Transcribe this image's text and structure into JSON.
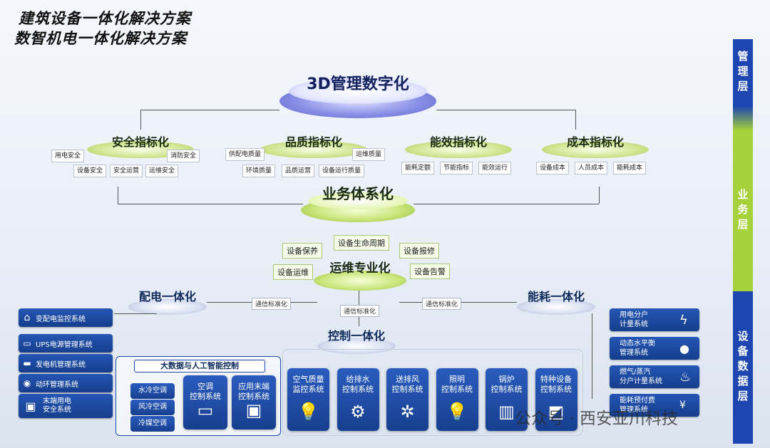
{
  "titles": [
    "建筑设备一体化解决方案",
    "数智机电一体化解决方案"
  ],
  "layers": {
    "management": "管理层",
    "business": "业务层",
    "device": "设备数据层"
  },
  "top": {
    "label": "3D管理数字化"
  },
  "indicators": {
    "safety": {
      "label": "安全指标化",
      "tags": [
        "用电安全",
        "消防安全",
        "设备安全",
        "安全运营",
        "运维安全"
      ]
    },
    "quality": {
      "label": "品质指标化",
      "tags": [
        "供配电质量",
        "运维质量",
        "环境质量",
        "品质运营",
        "设备运行质量"
      ]
    },
    "efficiency": {
      "label": "能效指标化",
      "tags": [
        "能耗定额",
        "节能指标",
        "能效运行"
      ]
    },
    "cost": {
      "label": "成本指标化",
      "tags": [
        "设备成本",
        "人员成本",
        "能耗成本"
      ]
    }
  },
  "business": {
    "label": "业务体系化"
  },
  "ops": {
    "label": "运维专业化",
    "tags": [
      "设备生命周期",
      "设备保养",
      "设备报修",
      "设备运维",
      "设备告警"
    ]
  },
  "power": {
    "label": "配电一体化"
  },
  "energy": {
    "label": "能耗一体化"
  },
  "control": {
    "label": "控制一体化"
  },
  "comm": [
    "通信标准化",
    "通信标准化",
    "通信标准化"
  ],
  "left_systems": [
    "变配电监控系统",
    "UPS电源管理系统",
    "发电机管理系统",
    "动环管理系统",
    "末端用电\n安全系统"
  ],
  "right_systems": [
    "用电分户\n计量系统",
    "动态水平衡\n管理系统",
    "燃气/蒸汽\n分户计量系统",
    "能耗预付费\n管理系统"
  ],
  "bigdata": {
    "title": "大数据与人工智能控制",
    "subs": [
      "水冷空调",
      "风冷空调",
      "冷媒空调"
    ],
    "ac": "空调\n控制系统",
    "terminal": "应用末端\n控制系统"
  },
  "control_cards": [
    {
      "label": "空气质量\n监控系统",
      "icon": "bulb-icon"
    },
    {
      "label": "给排水\n控制系统",
      "icon": "pump-icon"
    },
    {
      "label": "送排风\n控制系统",
      "icon": "fan-icon"
    },
    {
      "label": "照明\n控制系统",
      "icon": "bulb-icon"
    },
    {
      "label": "锅炉\n控制系统",
      "icon": "boiler-icon"
    },
    {
      "label": "特种设备\n控制系统",
      "icon": "equipment-icon"
    }
  ],
  "watermark": "公众号 · 西安亚川科技",
  "colors": {
    "blue": "#1d4aa6",
    "green": "#a8d13a",
    "lavender": "#7e86e0"
  }
}
